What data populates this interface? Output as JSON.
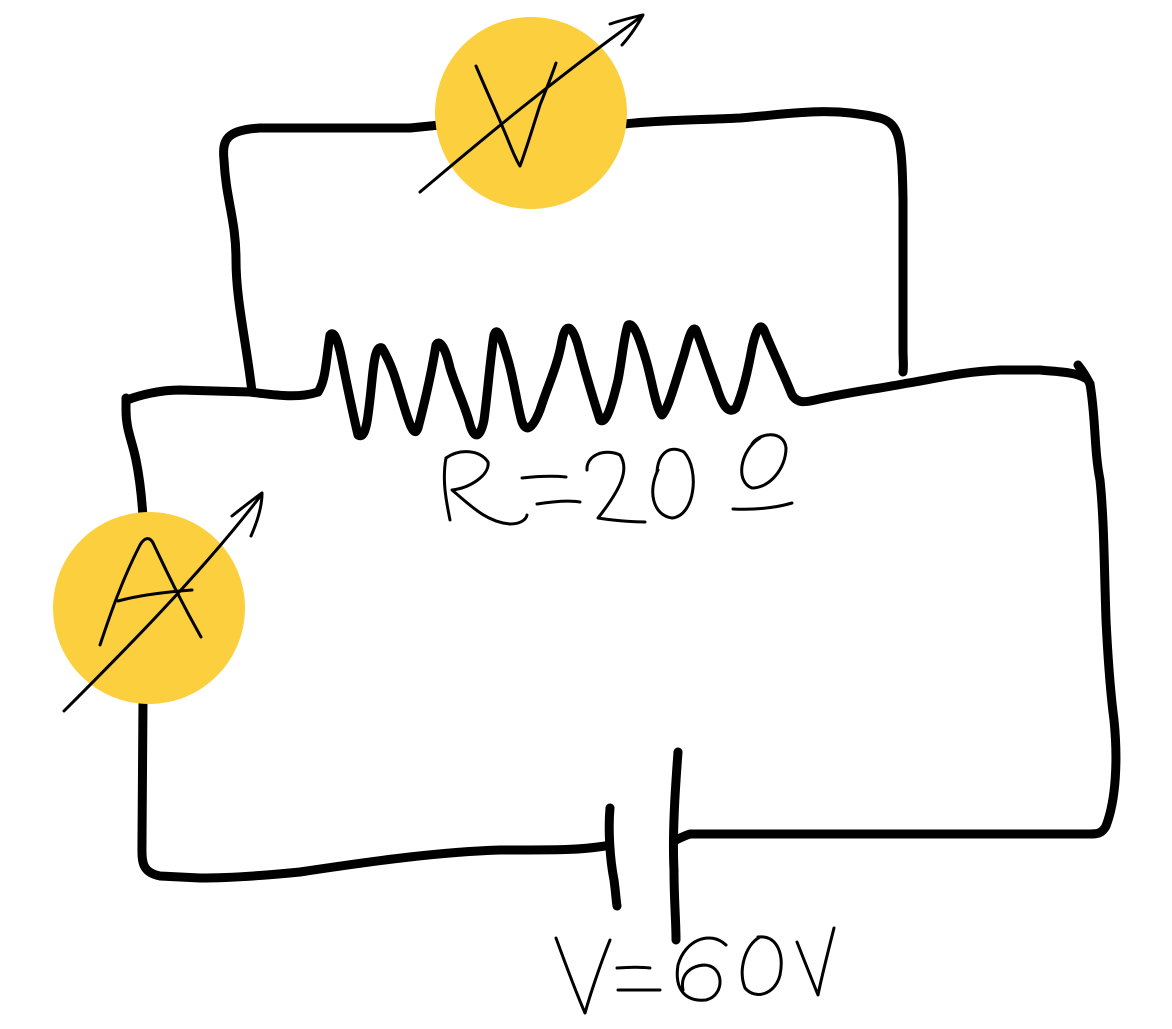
{
  "diagram": {
    "type": "circuit",
    "colors": {
      "wire": "#000000",
      "meter_fill": "#FBCF3E",
      "background": "#FFFFFF"
    },
    "components": {
      "voltmeter": {
        "symbol": "V",
        "name": "voltmeter",
        "connection": "parallel with resistor",
        "variable_arrow": true
      },
      "ammeter": {
        "symbol": "A",
        "name": "ammeter",
        "connection": "series",
        "variable_arrow": true
      },
      "resistor": {
        "label": "R = 20 Ω",
        "value": 20,
        "unit": "Ω"
      },
      "battery": {
        "label": "V = 60V",
        "value": 60,
        "unit": "V"
      }
    },
    "labels": {
      "resistor_label": "R=20Ω",
      "battery_label": "V=60V",
      "voltmeter_letter": "V",
      "ammeter_letter": "A"
    }
  }
}
